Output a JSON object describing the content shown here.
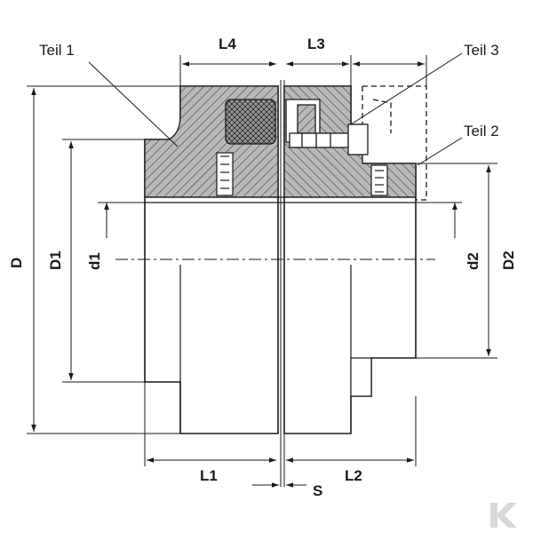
{
  "labels": {
    "teil1": "Teil 1",
    "teil2": "Teil 2",
    "teil3": "Teil 3",
    "L1": "L1",
    "L2": "L2",
    "L3": "L3",
    "L4": "L4",
    "S": "S",
    "D": "D",
    "D1": "D1",
    "D2": "D2",
    "d1": "d1",
    "d2": "d2"
  },
  "colors": {
    "line": "#1a1a1a",
    "hatch_fill": "#b5b5b5",
    "logo": "#d9d9d9"
  },
  "icons": {
    "logo": "kverneland-k-logo"
  }
}
